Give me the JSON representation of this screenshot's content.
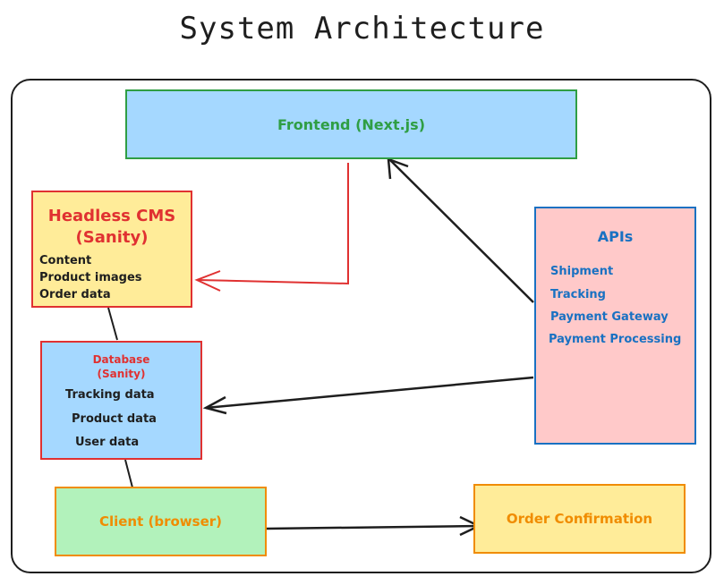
{
  "title": "System Architecture",
  "colors": {
    "frontend_fill": "#a5d8ff",
    "green_text": "#2f9e44",
    "red_text": "#e03131",
    "blue_text": "#1971c2",
    "orange_text": "#f08c00",
    "cms_fill": "#ffec99",
    "apis_fill": "#ffc9c9",
    "client_fill": "#b2f2bb"
  },
  "nodes": {
    "frontend": {
      "label": "Frontend (Next.js)"
    },
    "cms": {
      "title_line1": "Headless CMS",
      "title_line2": "(Sanity)",
      "items": [
        "Content",
        "Product images",
        "Order data"
      ]
    },
    "database": {
      "title_line1": "Database",
      "title_line2": "(Sanity)",
      "items": [
        "Tracking data",
        "Product data",
        "User data"
      ]
    },
    "apis": {
      "title": "APIs",
      "items": [
        "Shipment",
        "Tracking",
        "Payment Gateway",
        "Payment Processing"
      ]
    },
    "client": {
      "label": "Client (browser)"
    },
    "order": {
      "label": "Order Confirmation"
    }
  }
}
